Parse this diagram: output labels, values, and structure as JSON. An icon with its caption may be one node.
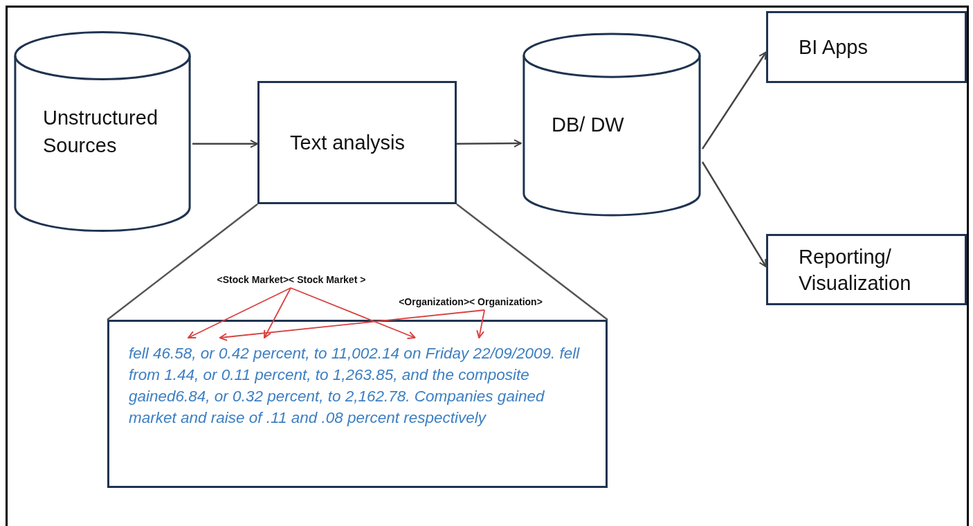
{
  "diagram": {
    "nodes": [
      {
        "text": [
          "Unstructured Sources"
        ]
      },
      {
        "text": [
          "Text analysis"
        ]
      },
      {
        "text": [
          "DB/ DW"
        ]
      },
      {
        "text": [
          "BI Apps"
        ]
      },
      {
        "text": [
          "Reporting/ Visualization"
        ]
      },
      {
        "text": [
          "<Stock Market>< Stock Market >"
        ]
      },
      {
        "text": [
          "<Organization>< Organization>"
        ]
      },
      {
        "text": [
          "fell 46.58, or 0.42 percent, to 11,002.14 on Friday 22/09/2009. fell from 1.44, or 0.11 percent, to 1,263.85, and the composite gained6.84, or 0.32 percent, to 2,162.78. Companies gained market and raise of .11 and .08 percent respectively"
        ]
      }
    ],
    "edges": [
      {
        "from": 0,
        "to": 1,
        "arrow": "to",
        "color": "#444444"
      },
      {
        "from": 1,
        "to": 2,
        "arrow": "to",
        "color": "#444444"
      },
      {
        "from": 2,
        "to": 3,
        "arrow": "to",
        "color": "#444444"
      },
      {
        "from": 2,
        "to": 4,
        "arrow": "to",
        "color": "#444444"
      },
      {
        "from": 1,
        "to": 7,
        "arrow": "none",
        "color": "#555555"
      },
      {
        "from": 1,
        "to": 7,
        "arrow": "none",
        "color": "#555555"
      },
      {
        "from": 5,
        "to": 7,
        "arrow": "to",
        "color": "#d9413f"
      },
      {
        "from": 5,
        "to": 7,
        "arrow": "to",
        "color": "#d9413f"
      },
      {
        "from": 5,
        "to": 7,
        "arrow": "to",
        "color": "#d9413f"
      },
      {
        "from": 6,
        "to": 7,
        "arrow": "to",
        "color": "#d9413f"
      },
      {
        "from": 6,
        "to": 7,
        "arrow": "to",
        "color": "#d9413f"
      }
    ]
  }
}
